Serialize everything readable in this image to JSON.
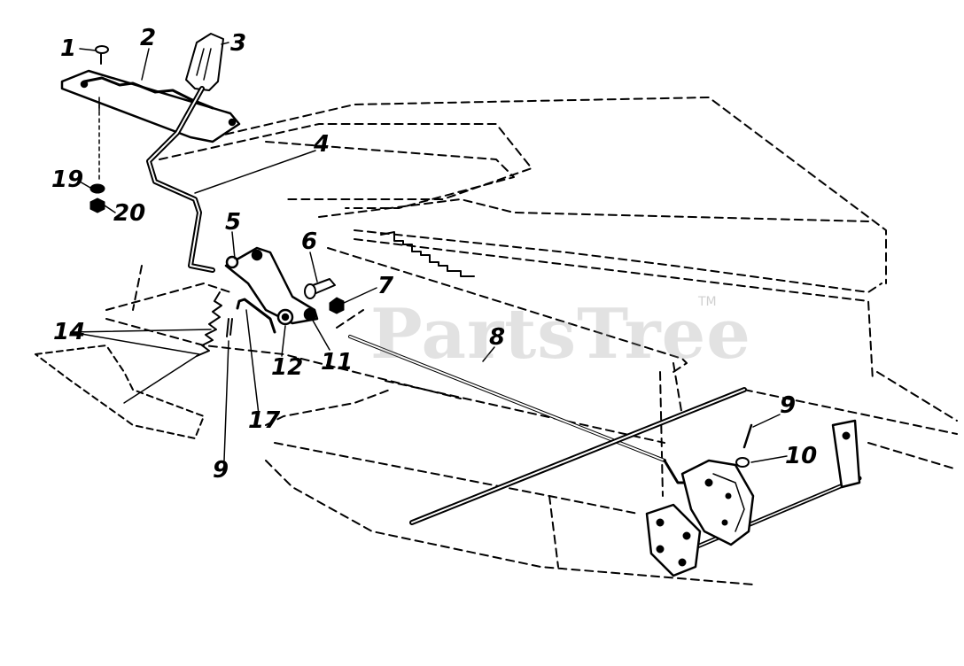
{
  "watermark": {
    "text": "PartsTree",
    "trademark": "TM"
  },
  "callouts": [
    "1",
    "2",
    "3",
    "4",
    "5",
    "6",
    "7",
    "8",
    "9",
    "9",
    "10",
    "11",
    "12",
    "14",
    "17",
    "19",
    "20"
  ],
  "colors": {
    "ink": "#000000",
    "background": "#ffffff",
    "watermark": "#969696"
  }
}
